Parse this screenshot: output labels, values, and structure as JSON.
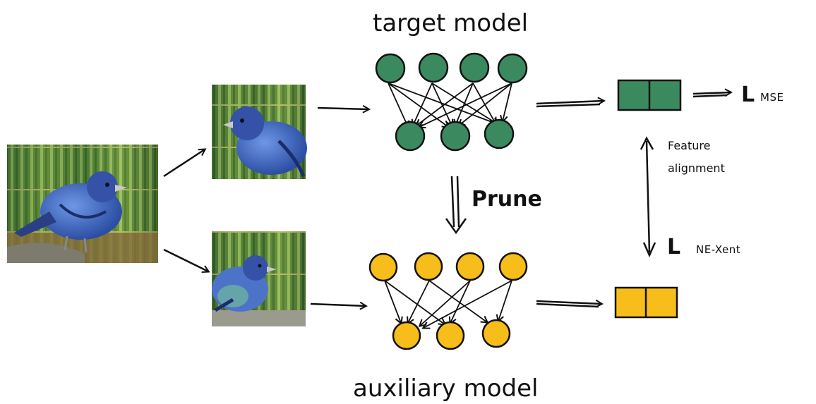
{
  "labels": {
    "target_model": "target model",
    "auxiliary_model": "auxiliary model",
    "prune": "Prune",
    "feature_alignment_line1": "Feature",
    "feature_alignment_line2": "alignment",
    "loss_mse_symbol": "L",
    "loss_mse_sub": "MSE",
    "loss_nexent_symbol": "L",
    "loss_nexent_sub": "NE-Xent"
  },
  "colors": {
    "target_node": "#3b8a5f",
    "auxiliary_node": "#f7bd1a",
    "stroke": "#111111"
  },
  "images": [
    "bird-in-bamboo-photo",
    "bird-augmented-view-1",
    "bird-augmented-view-2"
  ]
}
